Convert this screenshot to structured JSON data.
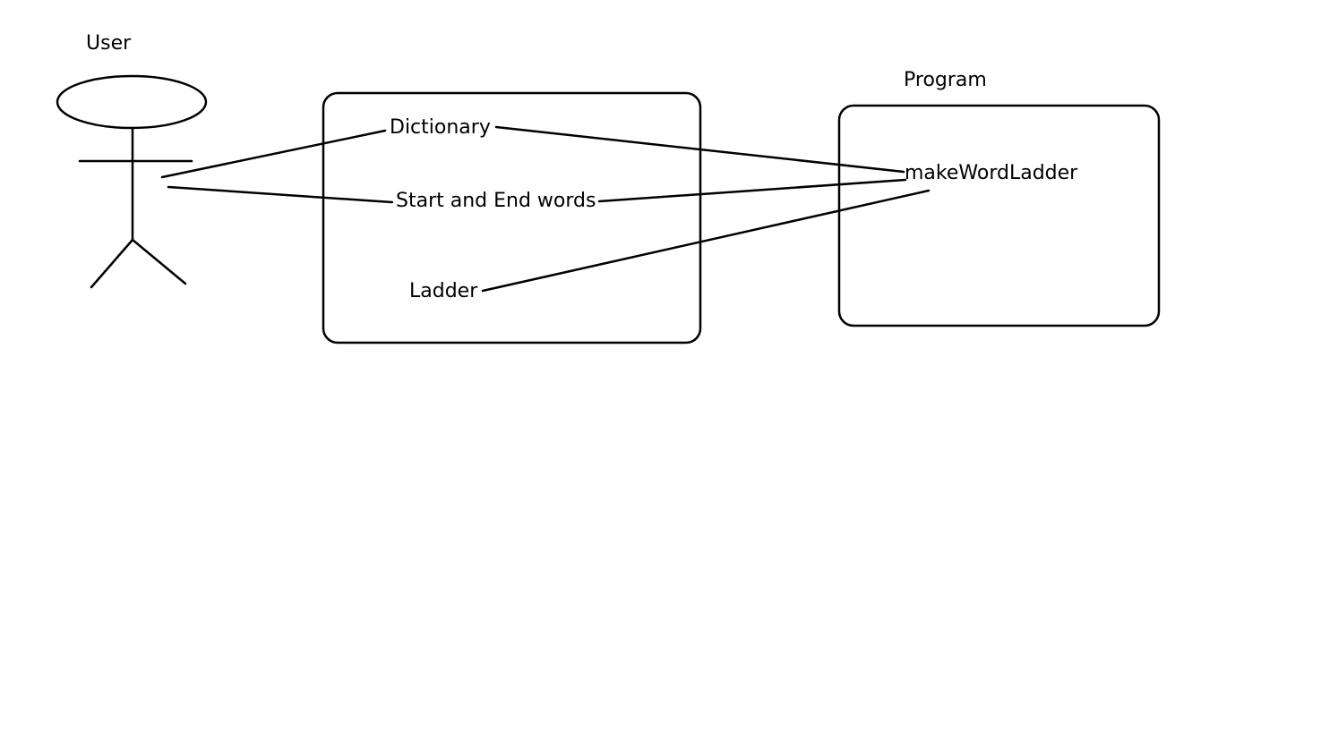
{
  "actor": {
    "label": "User"
  },
  "system": {
    "label": "Program",
    "function": "makeWordLadder"
  },
  "data_box": {
    "items": [
      "Dictionary",
      "Start and End words",
      "Ladder"
    ]
  },
  "colors": {
    "ink": "#000000",
    "background": "#ffffff"
  }
}
